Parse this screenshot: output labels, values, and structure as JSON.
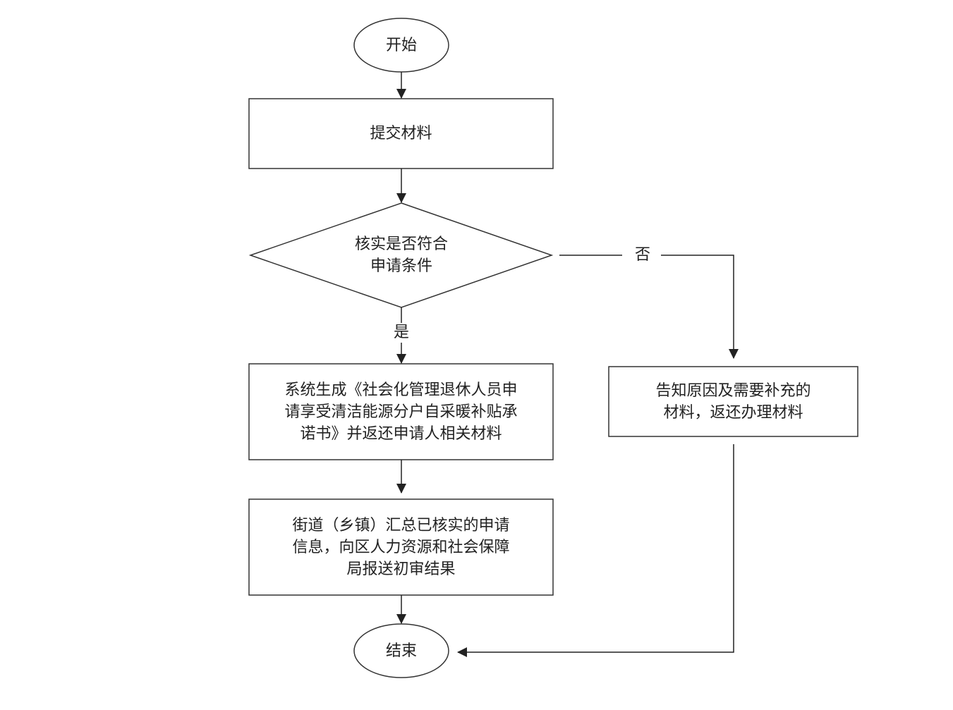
{
  "start": {
    "label": "开始"
  },
  "submit": {
    "label": "提交材料"
  },
  "decision": {
    "lines": [
      "核实是否符合",
      "申请条件"
    ]
  },
  "yes_label": "是",
  "no_label": "否",
  "generate": {
    "lines": [
      "系统生成《社会化管理退休人员申",
      "请享受清洁能源分户自采暖补贴承",
      "诺书》并返还申请人相关材料"
    ]
  },
  "notify": {
    "lines": [
      "告知原因及需要补充的",
      "材料，返还办理材料"
    ]
  },
  "summary": {
    "lines": [
      "街道（乡镇）汇总已核实的申请",
      "信息，向区人力资源和社会保障",
      "局报送初审结果"
    ]
  },
  "end": {
    "label": "结束"
  }
}
